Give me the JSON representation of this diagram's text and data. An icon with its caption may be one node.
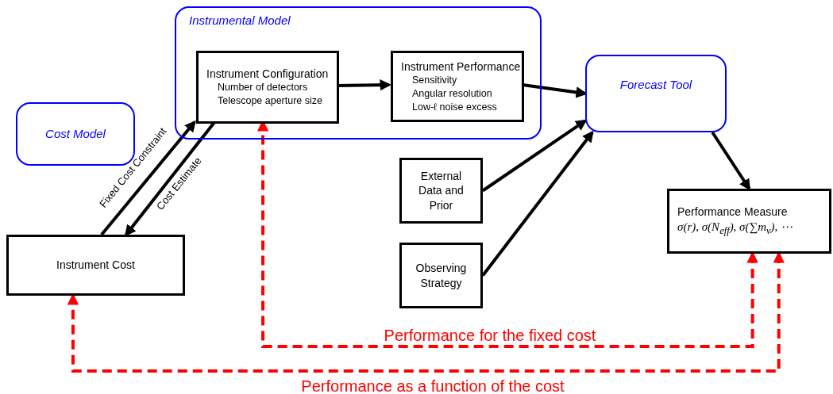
{
  "diagram": {
    "nodes": [
      {
        "text": [
          "Instrumental Model"
        ]
      },
      {
        "text": [
          "Instrument Configuration",
          "Number of detectors",
          "Telescope aperture size"
        ],
        "in": 0
      },
      {
        "text": [
          "Instrument Performance",
          "Sensitivity",
          "Angular resolution",
          "Low-ℓ noise excess"
        ],
        "in": 0
      },
      {
        "text": [
          "Cost Model"
        ]
      },
      {
        "text": [
          "Forecast Tool"
        ]
      },
      {
        "text": [
          "External Data and Prior"
        ]
      },
      {
        "text": [
          "Observing Strategy"
        ]
      },
      {
        "text": [
          "Instrument Cost"
        ]
      },
      {
        "text": [
          "Performance Measure",
          "σ(r), σ(N$_{eff}$), σ(∑m$_{ν}$), ⋯"
        ]
      }
    ],
    "edges": [
      {
        "from": 7,
        "to": 1,
        "arrow": "to",
        "label": "Fixed Cost Constraint"
      },
      {
        "from": 1,
        "to": 7,
        "arrow": "to",
        "label": "Cost Estimate"
      },
      {
        "from": 1,
        "to": 2,
        "arrow": "to"
      },
      {
        "from": 2,
        "to": 4,
        "arrow": "to"
      },
      {
        "from": 5,
        "to": 4,
        "arrow": "to"
      },
      {
        "from": 6,
        "to": 4,
        "arrow": "to"
      },
      {
        "from": 4,
        "to": 8,
        "arrow": "to"
      },
      {
        "from": 8,
        "to": 1,
        "arrow": "both",
        "style": "dashed",
        "color": "#ff0000",
        "label": "Performance for the fixed cost"
      },
      {
        "from": 8,
        "to": 7,
        "arrow": "both",
        "style": "dashed",
        "color": "#ff0000",
        "label": "Performance as a function of the cost"
      }
    ]
  }
}
